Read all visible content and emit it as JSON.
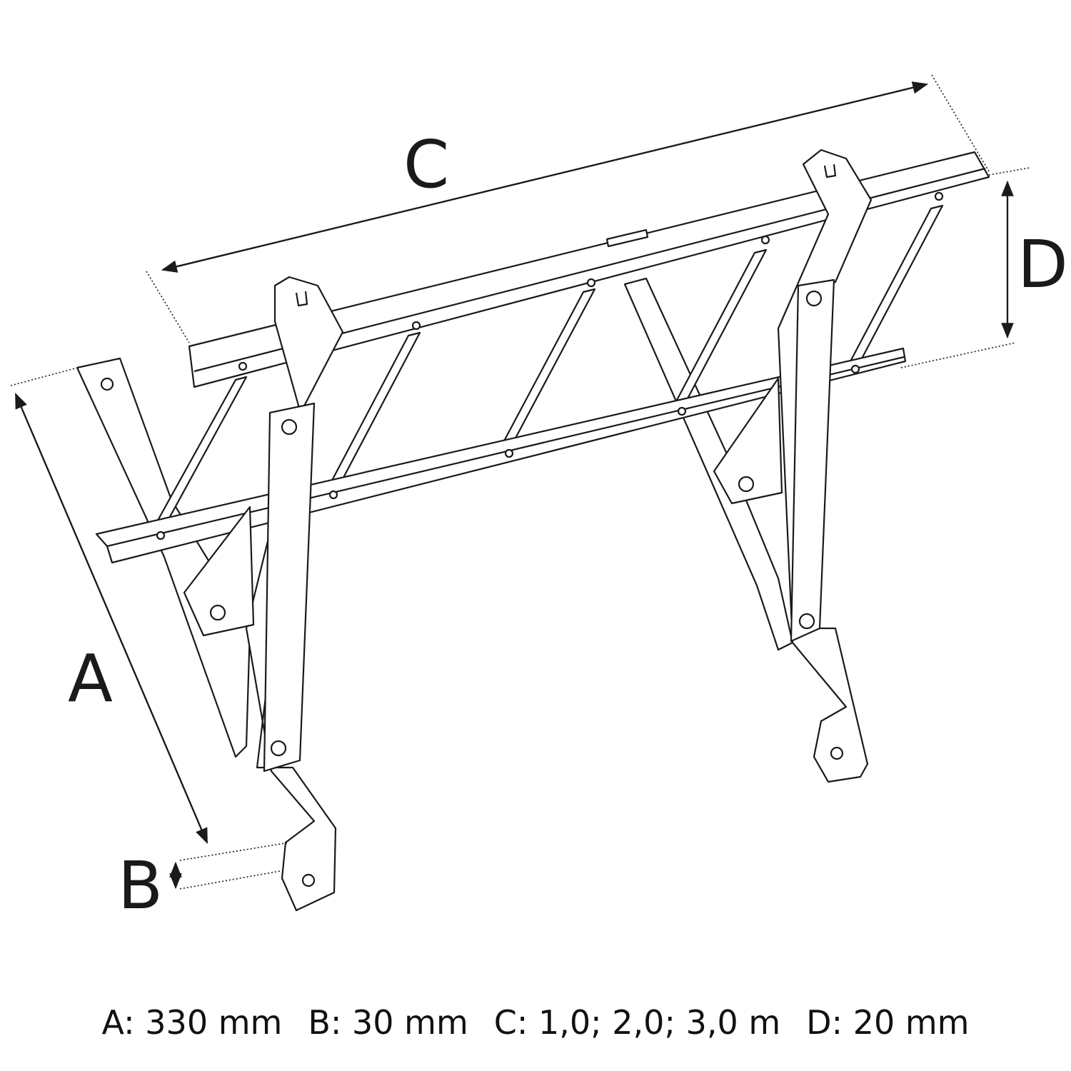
{
  "labels": {
    "a": "A",
    "b": "B",
    "c": "C",
    "d": "D"
  },
  "specs": [
    {
      "text": "A: 330 mm"
    },
    {
      "text": "B: 30 mm"
    },
    {
      "text": "C: 1,0; 2,0; 3,0 m"
    },
    {
      "text": "D: 20 mm"
    }
  ]
}
